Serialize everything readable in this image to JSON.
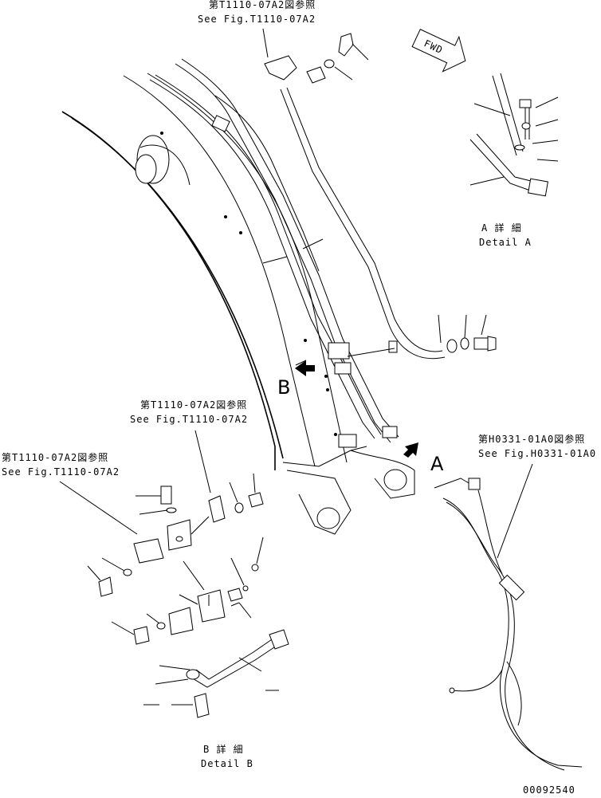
{
  "refs": {
    "top_jp": "第T1110-07A2図参照",
    "top_en": "See Fig.T1110-07A2",
    "mid_jp": "第T1110-07A2図参照",
    "mid_en": "See Fig.T1110-07A2",
    "left_jp": "第T1110-07A2図参照",
    "left_en": "See Fig.T1110-07A2",
    "right_jp": "第H0331-01A0図参照",
    "right_en": "See Fig.H0331-01A0"
  },
  "details": {
    "a_jp": "A 詳 細",
    "a_en": "Detail A",
    "b_jp": "B 詳 細",
    "b_en": "Detail B"
  },
  "markers": {
    "view_a": "A",
    "view_b": "B",
    "fwd": "FWD"
  },
  "drawing_number": "00092540"
}
